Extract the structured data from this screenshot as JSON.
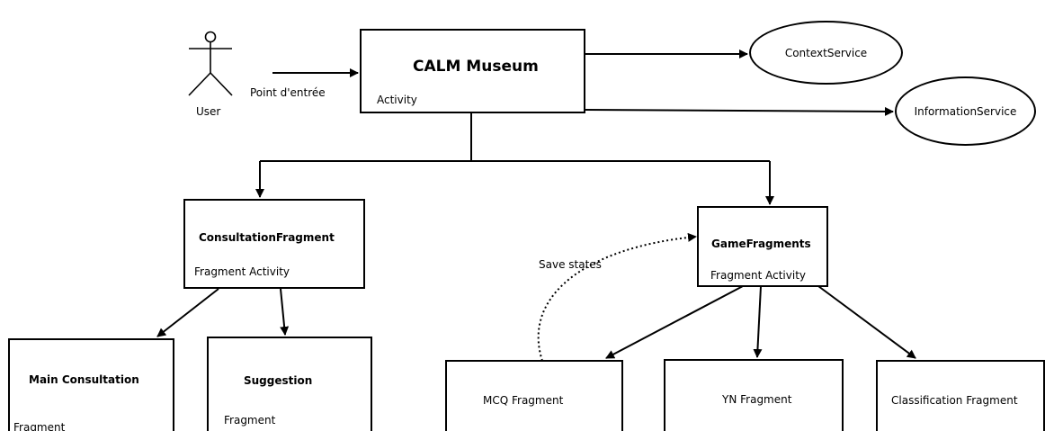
{
  "actor": {
    "label": "User"
  },
  "entry": {
    "label": "Point d'entrée"
  },
  "main": {
    "title": "CALM Museum",
    "stereotype": "Activity"
  },
  "services": [
    {
      "label": "ContextService"
    },
    {
      "label": "InformationService"
    }
  ],
  "consultation": {
    "title": "ConsultationFragment",
    "stereotype": "Fragment Activity"
  },
  "game": {
    "title": "GameFragments",
    "stereotype": "Fragment Activity"
  },
  "save_states": {
    "label": "Save states"
  },
  "main_consultation": {
    "title": "Main Consultation",
    "stereotype": "Fragment"
  },
  "suggestion": {
    "title": "Suggestion",
    "stereotype": "Fragment"
  },
  "mcq": {
    "label": "MCQ Fragment"
  },
  "yn": {
    "label": "YN Fragment"
  },
  "classification": {
    "label": "Classification Fragment"
  }
}
